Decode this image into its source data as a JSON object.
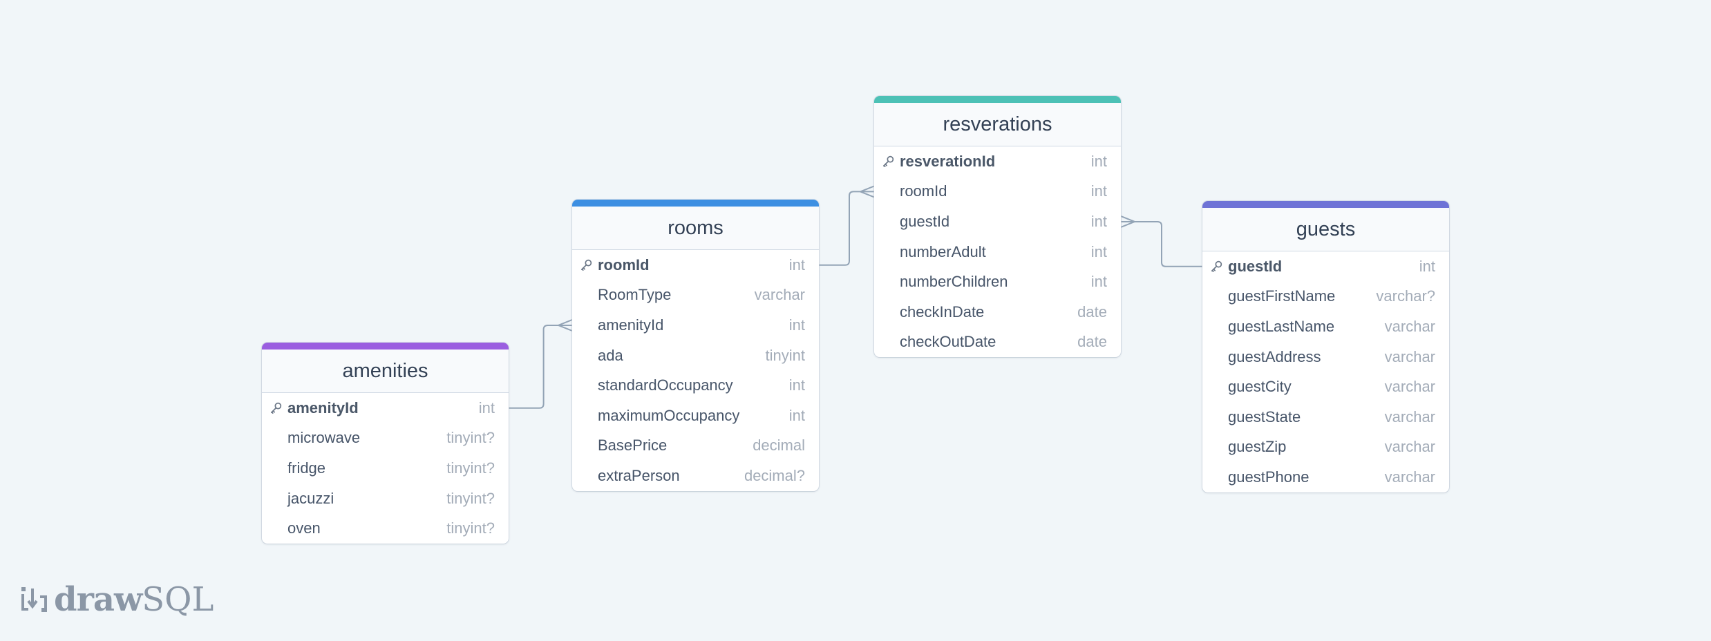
{
  "colors": {
    "background": "#f1f6f9",
    "connector": "#93a4b6",
    "amenities": "#9a5ee0",
    "rooms": "#3d8fe2",
    "resverations": "#4dc1b6",
    "guests": "#6e73d6"
  },
  "tables": {
    "amenities": {
      "name": "amenities",
      "columns": [
        {
          "name": "amenityId",
          "type": "int",
          "pk": true
        },
        {
          "name": "microwave",
          "type": "tinyint?"
        },
        {
          "name": "fridge",
          "type": "tinyint?"
        },
        {
          "name": "jacuzzi",
          "type": "tinyint?"
        },
        {
          "name": "oven",
          "type": "tinyint?"
        }
      ]
    },
    "rooms": {
      "name": "rooms",
      "columns": [
        {
          "name": "roomId",
          "type": "int",
          "pk": true
        },
        {
          "name": "RoomType",
          "type": "varchar"
        },
        {
          "name": "amenityId",
          "type": "int"
        },
        {
          "name": "ada",
          "type": "tinyint"
        },
        {
          "name": "standardOccupancy",
          "type": "int"
        },
        {
          "name": "maximumOccupancy",
          "type": "int"
        },
        {
          "name": "BasePrice",
          "type": "decimal"
        },
        {
          "name": "extraPerson",
          "type": "decimal?"
        }
      ]
    },
    "resverations": {
      "name": "resverations",
      "columns": [
        {
          "name": "resverationId",
          "type": "int",
          "pk": true
        },
        {
          "name": "roomId",
          "type": "int"
        },
        {
          "name": "guestId",
          "type": "int"
        },
        {
          "name": "numberAdult",
          "type": "int"
        },
        {
          "name": "numberChildren",
          "type": "int"
        },
        {
          "name": "checkInDate",
          "type": "date"
        },
        {
          "name": "checkOutDate",
          "type": "date"
        }
      ]
    },
    "guests": {
      "name": "guests",
      "columns": [
        {
          "name": "guestId",
          "type": "int",
          "pk": true
        },
        {
          "name": "guestFirstName",
          "type": "varchar?"
        },
        {
          "name": "guestLastName",
          "type": "varchar"
        },
        {
          "name": "guestAddress",
          "type": "varchar"
        },
        {
          "name": "guestCity",
          "type": "varchar"
        },
        {
          "name": "guestState",
          "type": "varchar"
        },
        {
          "name": "guestZip",
          "type": "varchar"
        },
        {
          "name": "guestPhone",
          "type": "varchar"
        }
      ]
    }
  },
  "relationships": [
    {
      "from": "amenities.amenityId",
      "to": "rooms.amenityId",
      "cardinality": "one-to-many"
    },
    {
      "from": "rooms.roomId",
      "to": "resverations.roomId",
      "cardinality": "one-to-many"
    },
    {
      "from": "guests.guestId",
      "to": "resverations.guestId",
      "cardinality": "one-to-many"
    }
  ],
  "logo": {
    "bold": "draw",
    "light": "SQL",
    "icon": "drawsql-logo-icon"
  },
  "icons": {
    "primary_key": "key-icon"
  }
}
